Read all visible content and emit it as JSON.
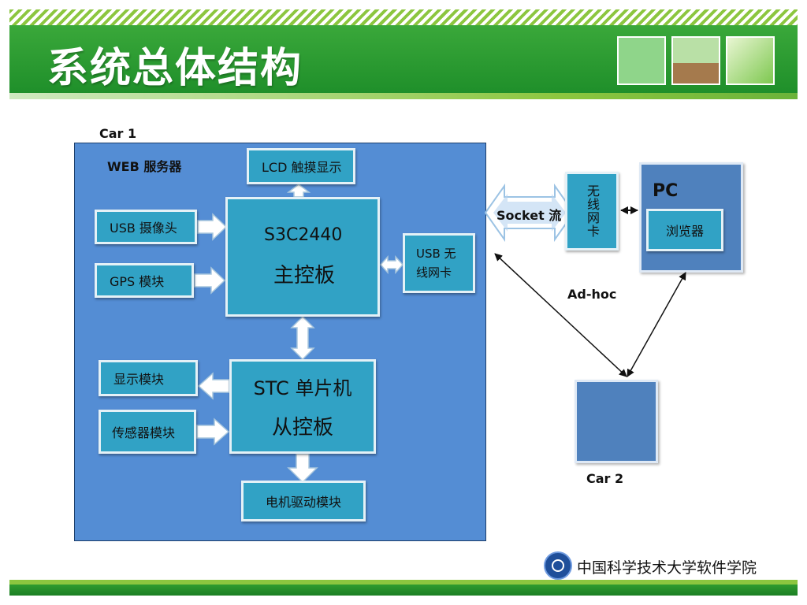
{
  "slide": {
    "title": "系统总体结构",
    "institution": "中国科学技术大学软件学院"
  },
  "colors": {
    "title_bar": "#2a9a31",
    "panel_blue": "#548dd4",
    "box_teal": "#31a2c5",
    "pc_blue": "#4f81bd",
    "arrow_fill": "#ffffff"
  },
  "diagram": {
    "car1_label": "Car 1",
    "web_server_label": "WEB 服务器",
    "lcd": "LCD 触摸显示",
    "usb_camera": "USB 摄像头",
    "gps": "GPS 模块",
    "s3c_line1": "S3C2440",
    "s3c_line2": "主控板",
    "usb_wifi_line1": "USB 无",
    "usb_wifi_line2": "线网卡",
    "display_module": "显示模块",
    "sensor_module": "传感器模块",
    "stc_line1": "STC 单片机",
    "stc_line2": "从控板",
    "motor_module": "电机驱动模块",
    "socket_stream": "Socket 流",
    "wireless_card": "无线网卡",
    "pc_label": "PC",
    "browser": "浏览器",
    "adhoc_label": "Ad-hoc",
    "car2_label": "Car 2"
  },
  "icons": {
    "logo": "university-seal-icon",
    "arrow": "block-arrow-icon"
  }
}
